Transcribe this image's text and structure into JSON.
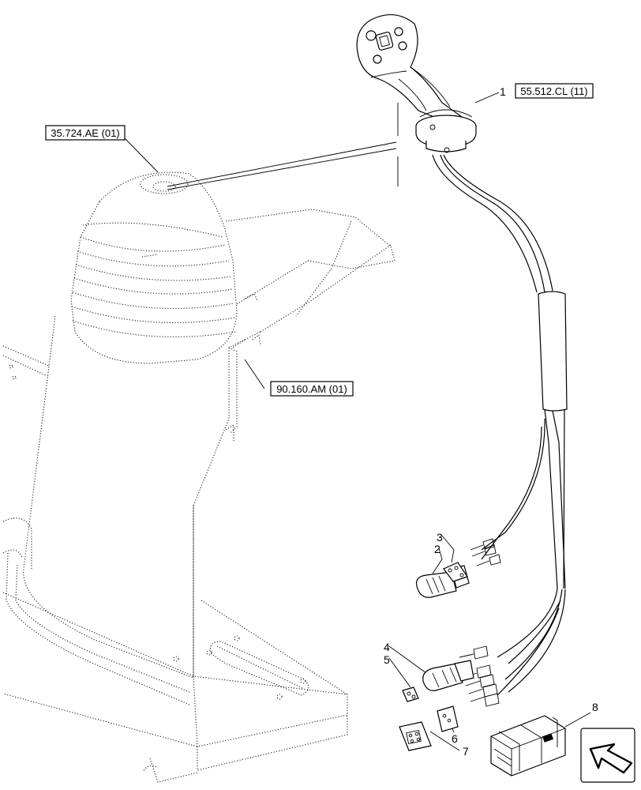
{
  "references": {
    "handle_ref": "55.512.CL (11)",
    "console_ref": "35.724.AE (01)",
    "boot_ref": "90.160.AM (01)"
  },
  "callouts": {
    "c1": "1",
    "c2": "2",
    "c3": "3",
    "c4": "4",
    "c5": "5",
    "c6": "6",
    "c7": "7",
    "c8": "8"
  },
  "icons": {
    "kit_box": "kit-box-icon",
    "navigation": "previous-page-arrow-icon"
  }
}
